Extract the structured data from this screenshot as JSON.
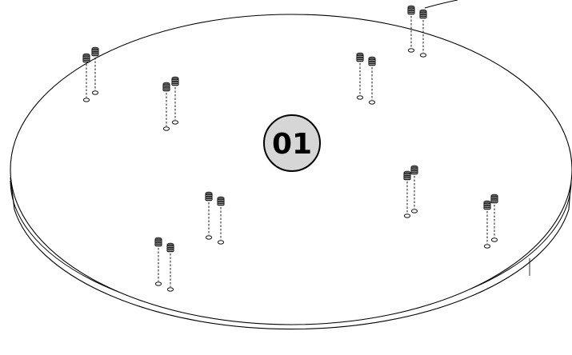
{
  "step_label": "01",
  "colors": {
    "line": "#000000",
    "paper": "#ffffff",
    "badge_fill": "#d6d6d6",
    "screw": "#222222"
  },
  "fastener_pairs": 8,
  "fastener_icon": "screw-with-dashed-insertion-line"
}
